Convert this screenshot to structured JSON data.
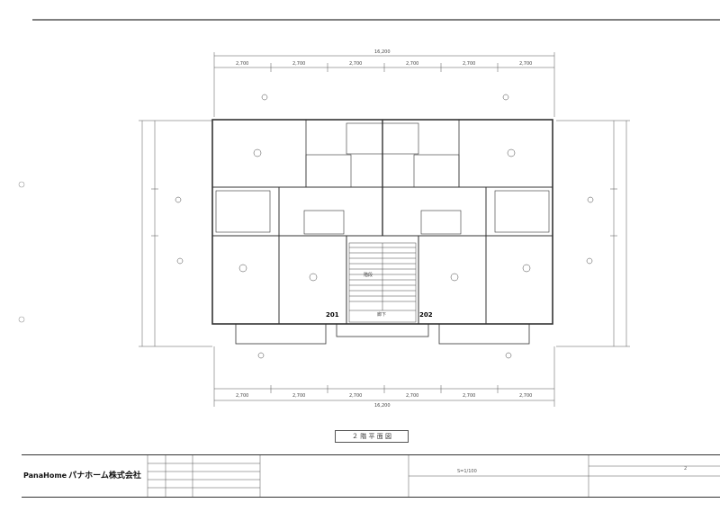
{
  "drawing": {
    "dim_top": [
      "2,700",
      "2,700",
      "2,700",
      "2,700",
      "2,700",
      "2,700"
    ],
    "dim_top_total": "16,200",
    "dim_bottom": [
      "2,700",
      "2,700",
      "2,700",
      "2,700",
      "2,700",
      "2,700"
    ],
    "dim_bottom_total": "16,200",
    "rooms": [
      "201",
      "202"
    ],
    "labels": {
      "stair": "階段",
      "hall": "廊下",
      "plan_title": "２ 階 平 面 図"
    }
  },
  "title_block": {
    "company_brand": "PanaHome",
    "company_name": "パナホーム株式会社",
    "scale": "S=1/100",
    "sheet_no": "2"
  }
}
